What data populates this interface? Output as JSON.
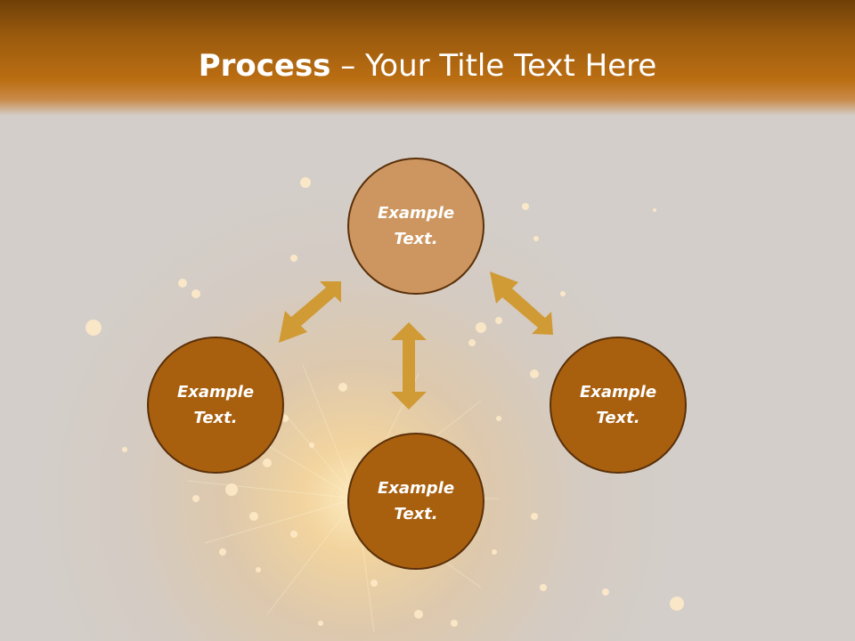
{
  "slide": {
    "title_bold": "Process",
    "title_rest": " – Your Title Text Here"
  },
  "nodes": {
    "top": {
      "text": "Example Text."
    },
    "left": {
      "text": "Example Text."
    },
    "right": {
      "text": "Example Text."
    },
    "bottom": {
      "text": "Example Text."
    }
  },
  "colors": {
    "header": "#bb6e12",
    "node_fill": "#a8600f",
    "node_highlight": "#cd9660",
    "node_border": "#5a300a",
    "arrow": "#d09a35",
    "background": "#d3cec9"
  },
  "icons": {
    "arrows": [
      "double-arrow-icon",
      "double-arrow-icon",
      "double-arrow-icon"
    ]
  }
}
